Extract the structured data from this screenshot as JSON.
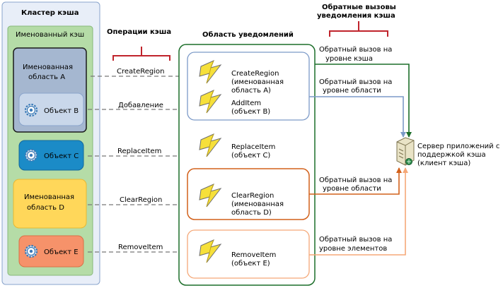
{
  "cluster": {
    "title": "Кластер кэша",
    "named_cache": "Именованный кэш",
    "region_a": [
      "Именованная",
      "область A"
    ],
    "object_b": "Объект B",
    "object_c": "Объект C",
    "region_d": [
      "Именованная",
      "область D"
    ],
    "object_e": "Объект E"
  },
  "operations": {
    "title": "Операции кэша",
    "items": [
      "CreateRegion",
      "Добавление",
      "ReplaceItem",
      "ClearRegion",
      "RemoveItem"
    ]
  },
  "notification_area": {
    "title": "Область уведомлений",
    "events": [
      [
        "CreateRegion",
        "(именованная",
        "область A)"
      ],
      [
        "AddItem",
        "(объект B)"
      ],
      [
        "ReplaceItem",
        "(объект C)"
      ],
      [
        "ClearRegion",
        "(именованная",
        "область D)"
      ],
      [
        "RemoveItem",
        "(объект E)"
      ]
    ]
  },
  "callbacks": {
    "title": [
      "Обратные вызовы",
      "уведомления кэша"
    ],
    "items": [
      [
        "Обратный вызов на",
        "уровне кэша"
      ],
      [
        "Обратный вызов на",
        "уровне области"
      ],
      [
        "Обратный вызов на",
        "уровне области"
      ],
      [
        "Обратный вызов на",
        "уровне элементов"
      ]
    ]
  },
  "server": {
    "label": [
      "Сервер приложений с",
      "поддержкой кэша",
      "(клиент кэша)"
    ]
  },
  "colors": {
    "cluster_bg": "#e8eef8",
    "cluster_border": "#8aa4cc",
    "named_cache_bg": "#b5dca7",
    "region_a_bg": "#a5b7d0",
    "object_b_bg": "#c9d7ea",
    "object_c_bg": "#1b8bc7",
    "region_d_bg": "#ffd75a",
    "object_e_bg": "#f6926a",
    "bracket": "#c0242c",
    "green": "#1c6e2a",
    "blue": "#7c9ac8",
    "dark_orange": "#d2601a",
    "light_orange": "#f5a878"
  }
}
